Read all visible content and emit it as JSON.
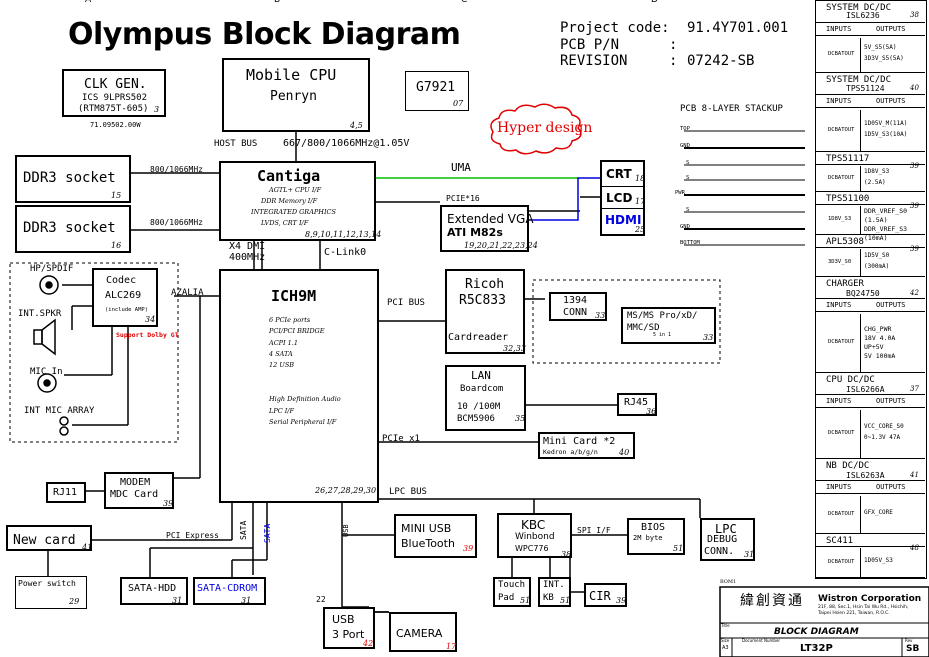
{
  "header": {
    "col_letters": [
      "A",
      "B",
      "C",
      "D"
    ],
    "title": "Olympus Block Diagram",
    "project_code_label": "Project code:",
    "project_code_value": "91.4Y701.001",
    "pcb_pn_label": "PCB P/N",
    "pcb_pn_sep": ":",
    "revision_label": "REVISION",
    "revision_sep": ":",
    "revision_value": "07242-SB"
  },
  "blocks": {
    "clk_gen": {
      "title": "CLK GEN.",
      "l1": "ICS 9LPRS502",
      "l2": "(RTM875T-605)",
      "page": "3",
      "note": "71.09502.00W"
    },
    "cpu": {
      "title": "Mobile CPU",
      "sub": "Penryn",
      "page": "4,5"
    },
    "g7921": {
      "title": "G7921",
      "page": "07"
    },
    "hyper": {
      "text": "Hyper design"
    },
    "cantiga": {
      "title": "Cantiga",
      "lines": [
        "AGTL+ CPU I/F",
        "DDR Memory I/F",
        "INTEGRATED GRAPHICS",
        "LVDS, CRT I/F"
      ],
      "page": "8,9,10,11,12,13,14"
    },
    "ddr1": {
      "title": "DDR3 socket",
      "page": "15",
      "speed": "800/1066MHz"
    },
    "ddr2": {
      "title": "DDR3 socket",
      "page": "16",
      "speed": "800/1066MHz"
    },
    "crt": {
      "title": "CRT",
      "page": "18"
    },
    "lcd": {
      "title": "LCD",
      "page": "17"
    },
    "hdmi": {
      "title": "HDMI",
      "page": "25"
    },
    "vga": {
      "title1": "Extended VGA",
      "title2": "ATI M82s",
      "page": "19,20,21,22,23,24"
    },
    "ich9m": {
      "title": "ICH9M",
      "lines1": [
        "6 PCIe ports",
        "PCI/PCI BRIDGE",
        "ACPI 1.1",
        "4 SATA",
        "12 USB"
      ],
      "lines2": [
        "High Definition Audio",
        "LPC I/F",
        "Serial Peripheral I/F"
      ],
      "page": "26,27,28,29,30"
    },
    "codec": {
      "title": "Codec",
      "chip": "ALC269",
      "note": "(include AMP)",
      "page": "34",
      "support": "Support Dolby GT"
    },
    "audio": {
      "spdif": "HP/SPDIF",
      "spkr": "INT.SPKR",
      "mic": "MIC In",
      "intmic": "INT MIC ARRAY",
      "azalia": "AZALIA"
    },
    "modem": {
      "l1": "MODEM",
      "l2": "MDC Card",
      "page": "39"
    },
    "rj11": {
      "title": "RJ11"
    },
    "ricoh": {
      "l1": "Ricoh",
      "l2": "R5C833",
      "l3": "Cardreader",
      "page": "32,33"
    },
    "conn1394": {
      "l1": "1394",
      "l2": "CONN",
      "page": "33"
    },
    "msreader": {
      "l1": "MS/MS Pro/xD/",
      "l2": "MMC/SD",
      "l3": "5 in 1",
      "page": "33"
    },
    "lan": {
      "l1": "LAN",
      "l2": "Boardcom",
      "l3": "10 /100M",
      "l4": "BCM5906",
      "page": "35"
    },
    "rj45": {
      "title": "RJ45",
      "page": "36"
    },
    "minicard": {
      "l1": "Mini Card *2",
      "l2": "Kedron a/b/g/n",
      "page": "40"
    },
    "newcard": {
      "title": "New card",
      "page": "41"
    },
    "powersw": {
      "title": "Power switch",
      "page": "29"
    },
    "satahdd": {
      "title": "SATA-HDD",
      "page": "31"
    },
    "satacd": {
      "title": "SATA-CDROM",
      "page": "31"
    },
    "miniusb": {
      "l1": "MINI USB",
      "l2": "BlueTooth",
      "page": "39"
    },
    "usb3": {
      "l1": "USB",
      "l2": "3 Port",
      "page": "42"
    },
    "camera": {
      "title": "CAMERA",
      "page": "17"
    },
    "kbc": {
      "l1": "KBC",
      "l2": "Winbond",
      "l3": "WPC776",
      "page": "38"
    },
    "bios": {
      "l1": "BIOS",
      "l2": "2M byte",
      "page": "51"
    },
    "lpcdebug": {
      "l1": "LPC",
      "l2": "DEBUG",
      "l3": "CONN.",
      "page": "31"
    },
    "touchpad": {
      "l1": "Touch",
      "l2": "Pad",
      "page": "51"
    },
    "intkb": {
      "l1": "INT.",
      "l2": "KB",
      "page": "51"
    },
    "cir": {
      "title": "CIR",
      "page": "39"
    }
  },
  "bus_labels": {
    "host_bus": "HOST BUS",
    "host_speed": "667/800/1066MHz@1.05V",
    "uma": "UMA",
    "pcie16": "PCIE*16",
    "dmi1": "X4 DMI",
    "dmi2": "400MHz",
    "clink": "C-Link0",
    "pci_bus": "PCI BUS",
    "pcie_x1": "PCIe x1",
    "lpc_bus": "LPC BUS",
    "pci_express": "PCI Express",
    "sata1": "SATA",
    "sata2": "SATA",
    "usb": "USB",
    "spi": "SPI I/F",
    "usb_count": "22"
  },
  "stackup": {
    "title": "PCB 8-LAYER STACKUP",
    "layers": [
      "TOP",
      "GND",
      "S",
      "S",
      "PWR",
      "S",
      "GND",
      "BOTTOM"
    ]
  },
  "power": [
    {
      "title": "SYSTEM DC/DC",
      "chip": "ISL6236",
      "page": "38",
      "inputs": "DCBATOUT",
      "outputs": [
        "5V_S5(5A)",
        "3D3V_S5(5A)"
      ]
    },
    {
      "title": "SYSTEM DC/DC",
      "chip": "TPS51124",
      "page": "40",
      "inputs": "DCBATOUT",
      "outputs": [
        "1D05V_M(11A)",
        "1D5V_S3(10A)"
      ]
    },
    {
      "title": "TPS51117",
      "page": "39",
      "inputs": "DCBATOUT",
      "outputs": [
        "1D8V_S3",
        "(2.5A)"
      ]
    },
    {
      "title": "TPS51100",
      "page": "39",
      "inputs": "1D8V_S3",
      "outputs": [
        "DDR_VREF_S0",
        "(1.5A)",
        "DDR_VREF_S3",
        "(10mA)"
      ]
    },
    {
      "title": "APL5308",
      "page": "39",
      "inputs": "3D3V_S0",
      "outputs": [
        "1D5V_S0",
        "(300mA)"
      ]
    },
    {
      "title": "CHARGER",
      "chip": "BQ24750",
      "page": "42",
      "inputs": "DCBATOUT",
      "outputs": [
        "CHG_PWR",
        "18V   4.0A",
        "UP+5V",
        "5V    100mA"
      ]
    },
    {
      "title": "CPU DC/DC",
      "chip": "ISL6266A",
      "page": "37",
      "inputs": "DCBATOUT",
      "outputs": [
        "VCC_CORE_S0",
        "0~1.3V  47A"
      ]
    },
    {
      "title": "NB DC/DC",
      "chip": "ISL6263A",
      "page": "41",
      "inputs": "DCBATOUT",
      "outputs": [
        "GFX_CORE"
      ]
    },
    {
      "title": "SC411",
      "page": "48",
      "inputs": "DCBATOUT",
      "outputs": [
        "1D05V_S3"
      ]
    }
  ],
  "power_headers": {
    "inputs": "INPUTS",
    "outputs": "OUTPUTS"
  },
  "title_block": {
    "chinese": "緯創資通",
    "company": "Wistron Corporation",
    "address1": "21F, 88, Sec.1, Hsin Tai Wu Rd., Hsichih,",
    "address2": "Taipei Hsien 221, Taiwan, R.O.C.",
    "title_label": "Title",
    "title": "BLOCK DIAGRAM",
    "size_label": "Size",
    "size": "A3",
    "docnum_label": "Document Number",
    "docnum": "LT32P",
    "rev_label": "Rev",
    "rev": "SB",
    "top_label": "BOM1"
  },
  "colors": {
    "uma_line": "#00c000",
    "hdmi_line": "#0000e0",
    "red_text": "#e00000",
    "blue_text": "#0000e0"
  }
}
